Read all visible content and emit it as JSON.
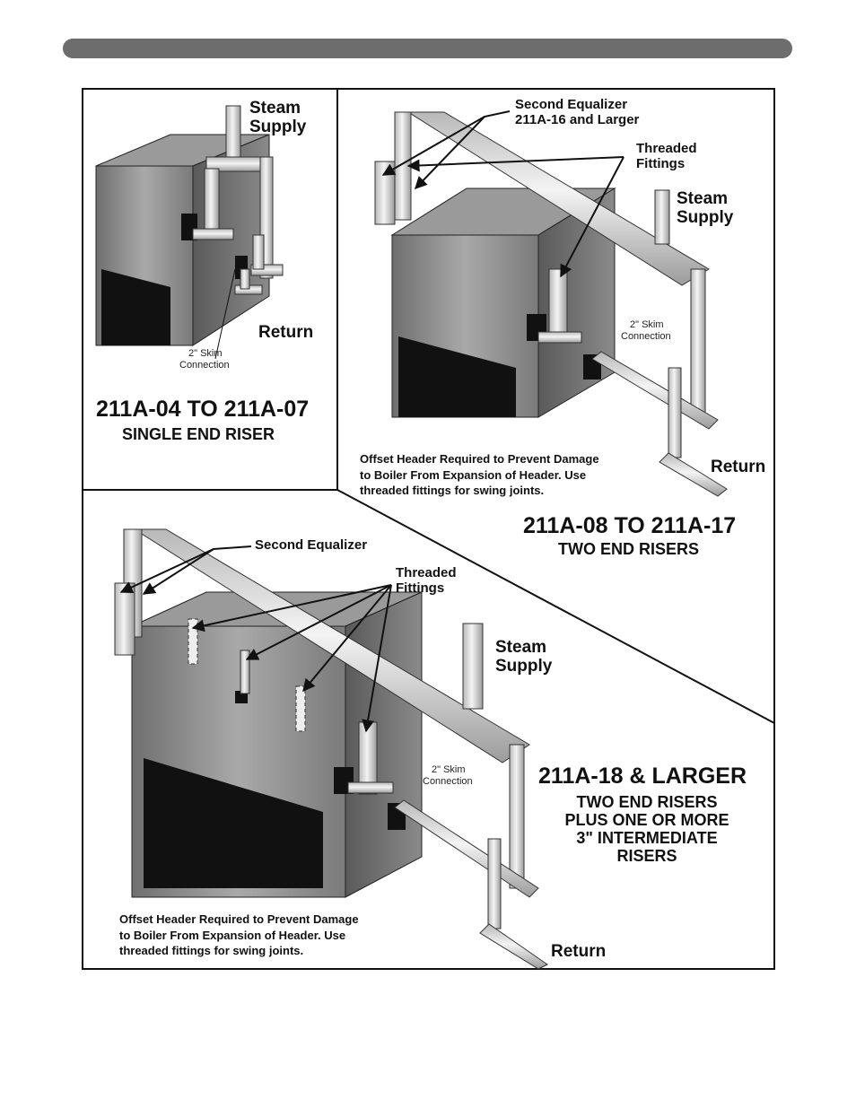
{
  "panel_a": {
    "steam_supply_1": "Steam",
    "steam_supply_2": "Supply",
    "return": "Return",
    "skim_1": "2\" Skim",
    "skim_2": "Connection",
    "title": "211A-04 TO 211A-07",
    "subtitle": "SINGLE END RISER"
  },
  "panel_b": {
    "second_equalizer_1": "Second Equalizer",
    "second_equalizer_2": "211A-16 and Larger",
    "threaded_1": "Threaded",
    "threaded_2": "Fittings",
    "steam_supply_1": "Steam",
    "steam_supply_2": "Supply",
    "skim_1": "2\" Skim",
    "skim_2": "Connection",
    "return": "Return",
    "note_1": "Offset Header Required to Prevent Damage",
    "note_2": "to Boiler From Expansion of Header. Use",
    "note_3": "threaded fittings for swing joints.",
    "title": "211A-08 TO 211A-17",
    "subtitle": "TWO END RISERS"
  },
  "panel_c": {
    "second_equalizer": "Second Equalizer",
    "threaded_1": "Threaded",
    "threaded_2": "Fittings",
    "steam_supply_1": "Steam",
    "steam_supply_2": "Supply",
    "skim_1": "2\" Skim",
    "skim_2": "Connection",
    "title": "211A-18 & LARGER",
    "sub_1": "TWO END RISERS",
    "sub_2": "PLUS ONE OR MORE",
    "sub_3": "3\" INTERMEDIATE",
    "sub_4": "RISERS",
    "note_1": "Offset Header Required to Prevent Damage",
    "note_2": "to Boiler From Expansion of Header. Use",
    "note_3": "threaded fittings for swing joints.",
    "return": "Return"
  },
  "colors": {
    "header_bar": "#6d6d6d",
    "outline": "#111111",
    "boiler": "#8a8a8a",
    "pipe": "#d9d9d9"
  }
}
